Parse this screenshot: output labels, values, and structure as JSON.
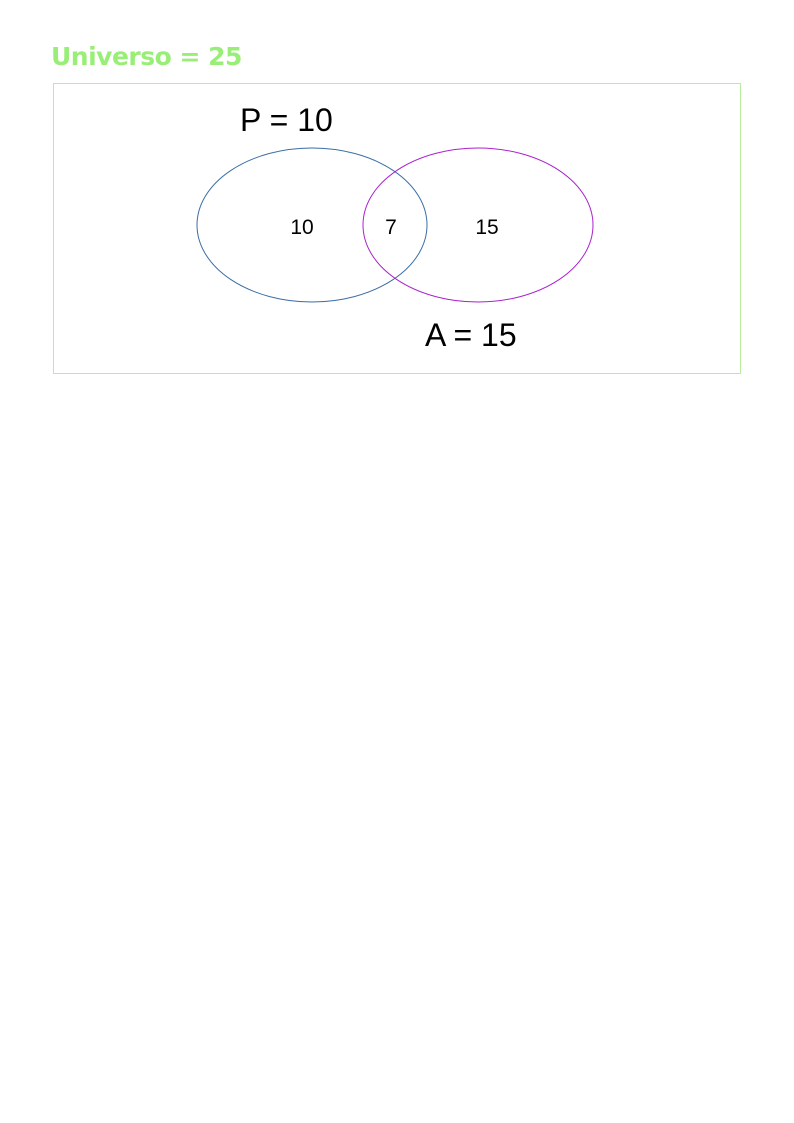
{
  "universe": {
    "label": "Universo = 25",
    "color": "#99ee77",
    "border_color": "#b9ec9c"
  },
  "sets": [
    {
      "id": "P",
      "label": "P = 10",
      "color": "#3a6ea5"
    },
    {
      "id": "A",
      "label": "A = 15",
      "color": "#aa22cc"
    }
  ],
  "regions": {
    "p_only": "10",
    "intersection": "7",
    "a_only": "15"
  }
}
